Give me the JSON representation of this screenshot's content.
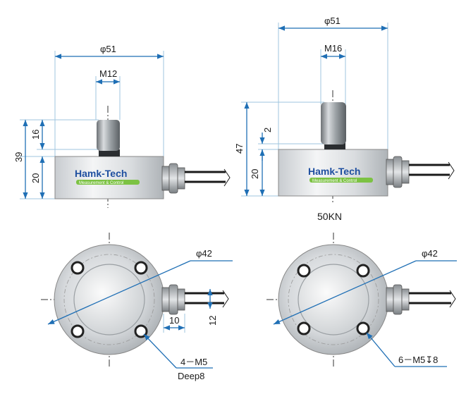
{
  "left_view": {
    "diameter": "φ51",
    "thread": "M12",
    "total_height": "39",
    "stud_height": "16",
    "body_height": "20",
    "logo_text": "Hamk-Tech",
    "logo_sub": "Measurement & Control"
  },
  "right_view": {
    "diameter": "φ51",
    "thread": "M16",
    "total_height": "47",
    "gap": "2",
    "body_height": "20",
    "logo_text": "Hamk-Tech",
    "logo_sub": "Measurement & Control",
    "caption": "50KN"
  },
  "bottom_left": {
    "bolt_circle": "φ42",
    "connector_length": "10",
    "connector_width": "12",
    "holes": "4－M5",
    "hole_depth": "Deep8"
  },
  "bottom_right": {
    "bolt_circle": "φ42",
    "holes": "6－M5↧8"
  },
  "colors": {
    "dimension_line": "#1f6fb5",
    "logo_blue": "#1f4fa0",
    "logo_green": "#7cc243",
    "metal": "#cfd3d6"
  }
}
